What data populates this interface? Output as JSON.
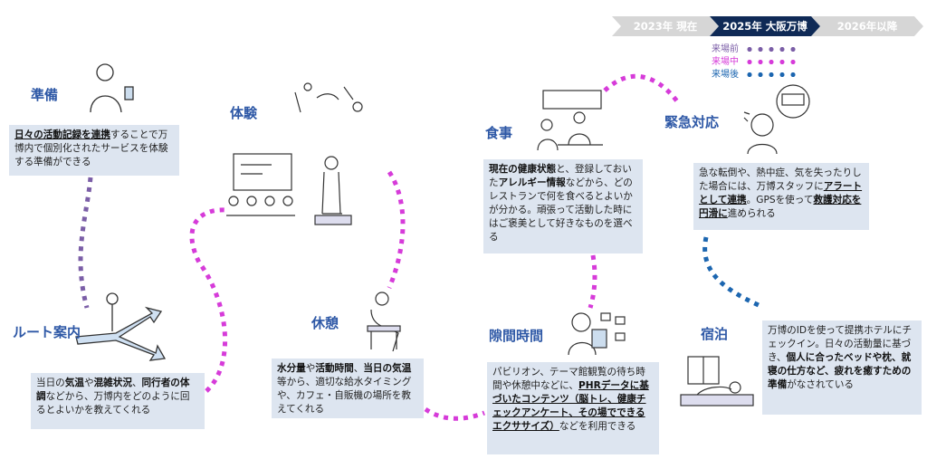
{
  "timeline": {
    "past": "2023年 現在",
    "now": "2025年 大阪万博",
    "future": "2026年以降"
  },
  "legend": {
    "before": {
      "label": "来場前",
      "color": "#7b5ea7"
    },
    "during": {
      "label": "来場中",
      "color": "#d63bd9"
    },
    "after": {
      "label": "来場後",
      "color": "#1c66b0"
    }
  },
  "stages": {
    "prep": {
      "title": "準備",
      "text": [
        {
          "t": "日々の活動記録を連携",
          "s": "u"
        },
        {
          "t": "することで万博内で個別化されたサービスを体験する準備ができる",
          "s": ""
        }
      ]
    },
    "route": {
      "title": "ルート案内",
      "text": [
        {
          "t": "当日の",
          "s": ""
        },
        {
          "t": "気温",
          "s": "b"
        },
        {
          "t": "や",
          "s": ""
        },
        {
          "t": "混雑状況",
          "s": "b"
        },
        {
          "t": "、",
          "s": ""
        },
        {
          "t": "同行者の体調",
          "s": "b"
        },
        {
          "t": "などから、万博内をどのように回るとよいかを教えてくれる",
          "s": ""
        }
      ]
    },
    "experience": {
      "title": "体験"
    },
    "rest": {
      "title": "休憩",
      "text": [
        {
          "t": "水分量",
          "s": "b"
        },
        {
          "t": "や",
          "s": ""
        },
        {
          "t": "活動時間",
          "s": "b"
        },
        {
          "t": "、",
          "s": ""
        },
        {
          "t": "当日の気温",
          "s": "b"
        },
        {
          "t": "等から、適切な給水タイミングや、カフェ・自販機の場所を教えてくれる",
          "s": ""
        }
      ]
    },
    "meal": {
      "title": "食事",
      "text": [
        {
          "t": "現在の健康状態",
          "s": "b"
        },
        {
          "t": "と、登録しておいた",
          "s": ""
        },
        {
          "t": "アレルギー情報",
          "s": "b"
        },
        {
          "t": "などから、どのレストランで何を食べるとよいかが分かる。頑張って活動した時にはご褒美として好きなものを選べる",
          "s": ""
        }
      ]
    },
    "gap": {
      "title": "隙間時間",
      "text": [
        {
          "t": "パビリオン、テーマ館観覧の待ち時間や休憩中などに、",
          "s": ""
        },
        {
          "t": "PHRデータに基づいたコンテンツ（脳トレ、健康チェックアンケート、その場でできるエクササイズ）",
          "s": "u"
        },
        {
          "t": "などを利用できる",
          "s": ""
        }
      ]
    },
    "emergency": {
      "title": "緊急対応",
      "text": [
        {
          "t": "急な転倒や、熱中症、気を失ったりした場合には、万博スタッフに",
          "s": ""
        },
        {
          "t": "アラートとして連携",
          "s": "u"
        },
        {
          "t": "。GPSを使って",
          "s": ""
        },
        {
          "t": "救護対応を円滑に",
          "s": "u"
        },
        {
          "t": "進められる",
          "s": ""
        }
      ]
    },
    "stay": {
      "title": "宿泊",
      "text": [
        {
          "t": "万博のIDを使って提携ホテルにチェックイン。日々の活動量に基づき、",
          "s": ""
        },
        {
          "t": "個人に合ったベッドや枕、就寝の仕方など、疲れを癒すための準備",
          "s": "b"
        },
        {
          "t": "がなされている",
          "s": ""
        }
      ]
    }
  }
}
